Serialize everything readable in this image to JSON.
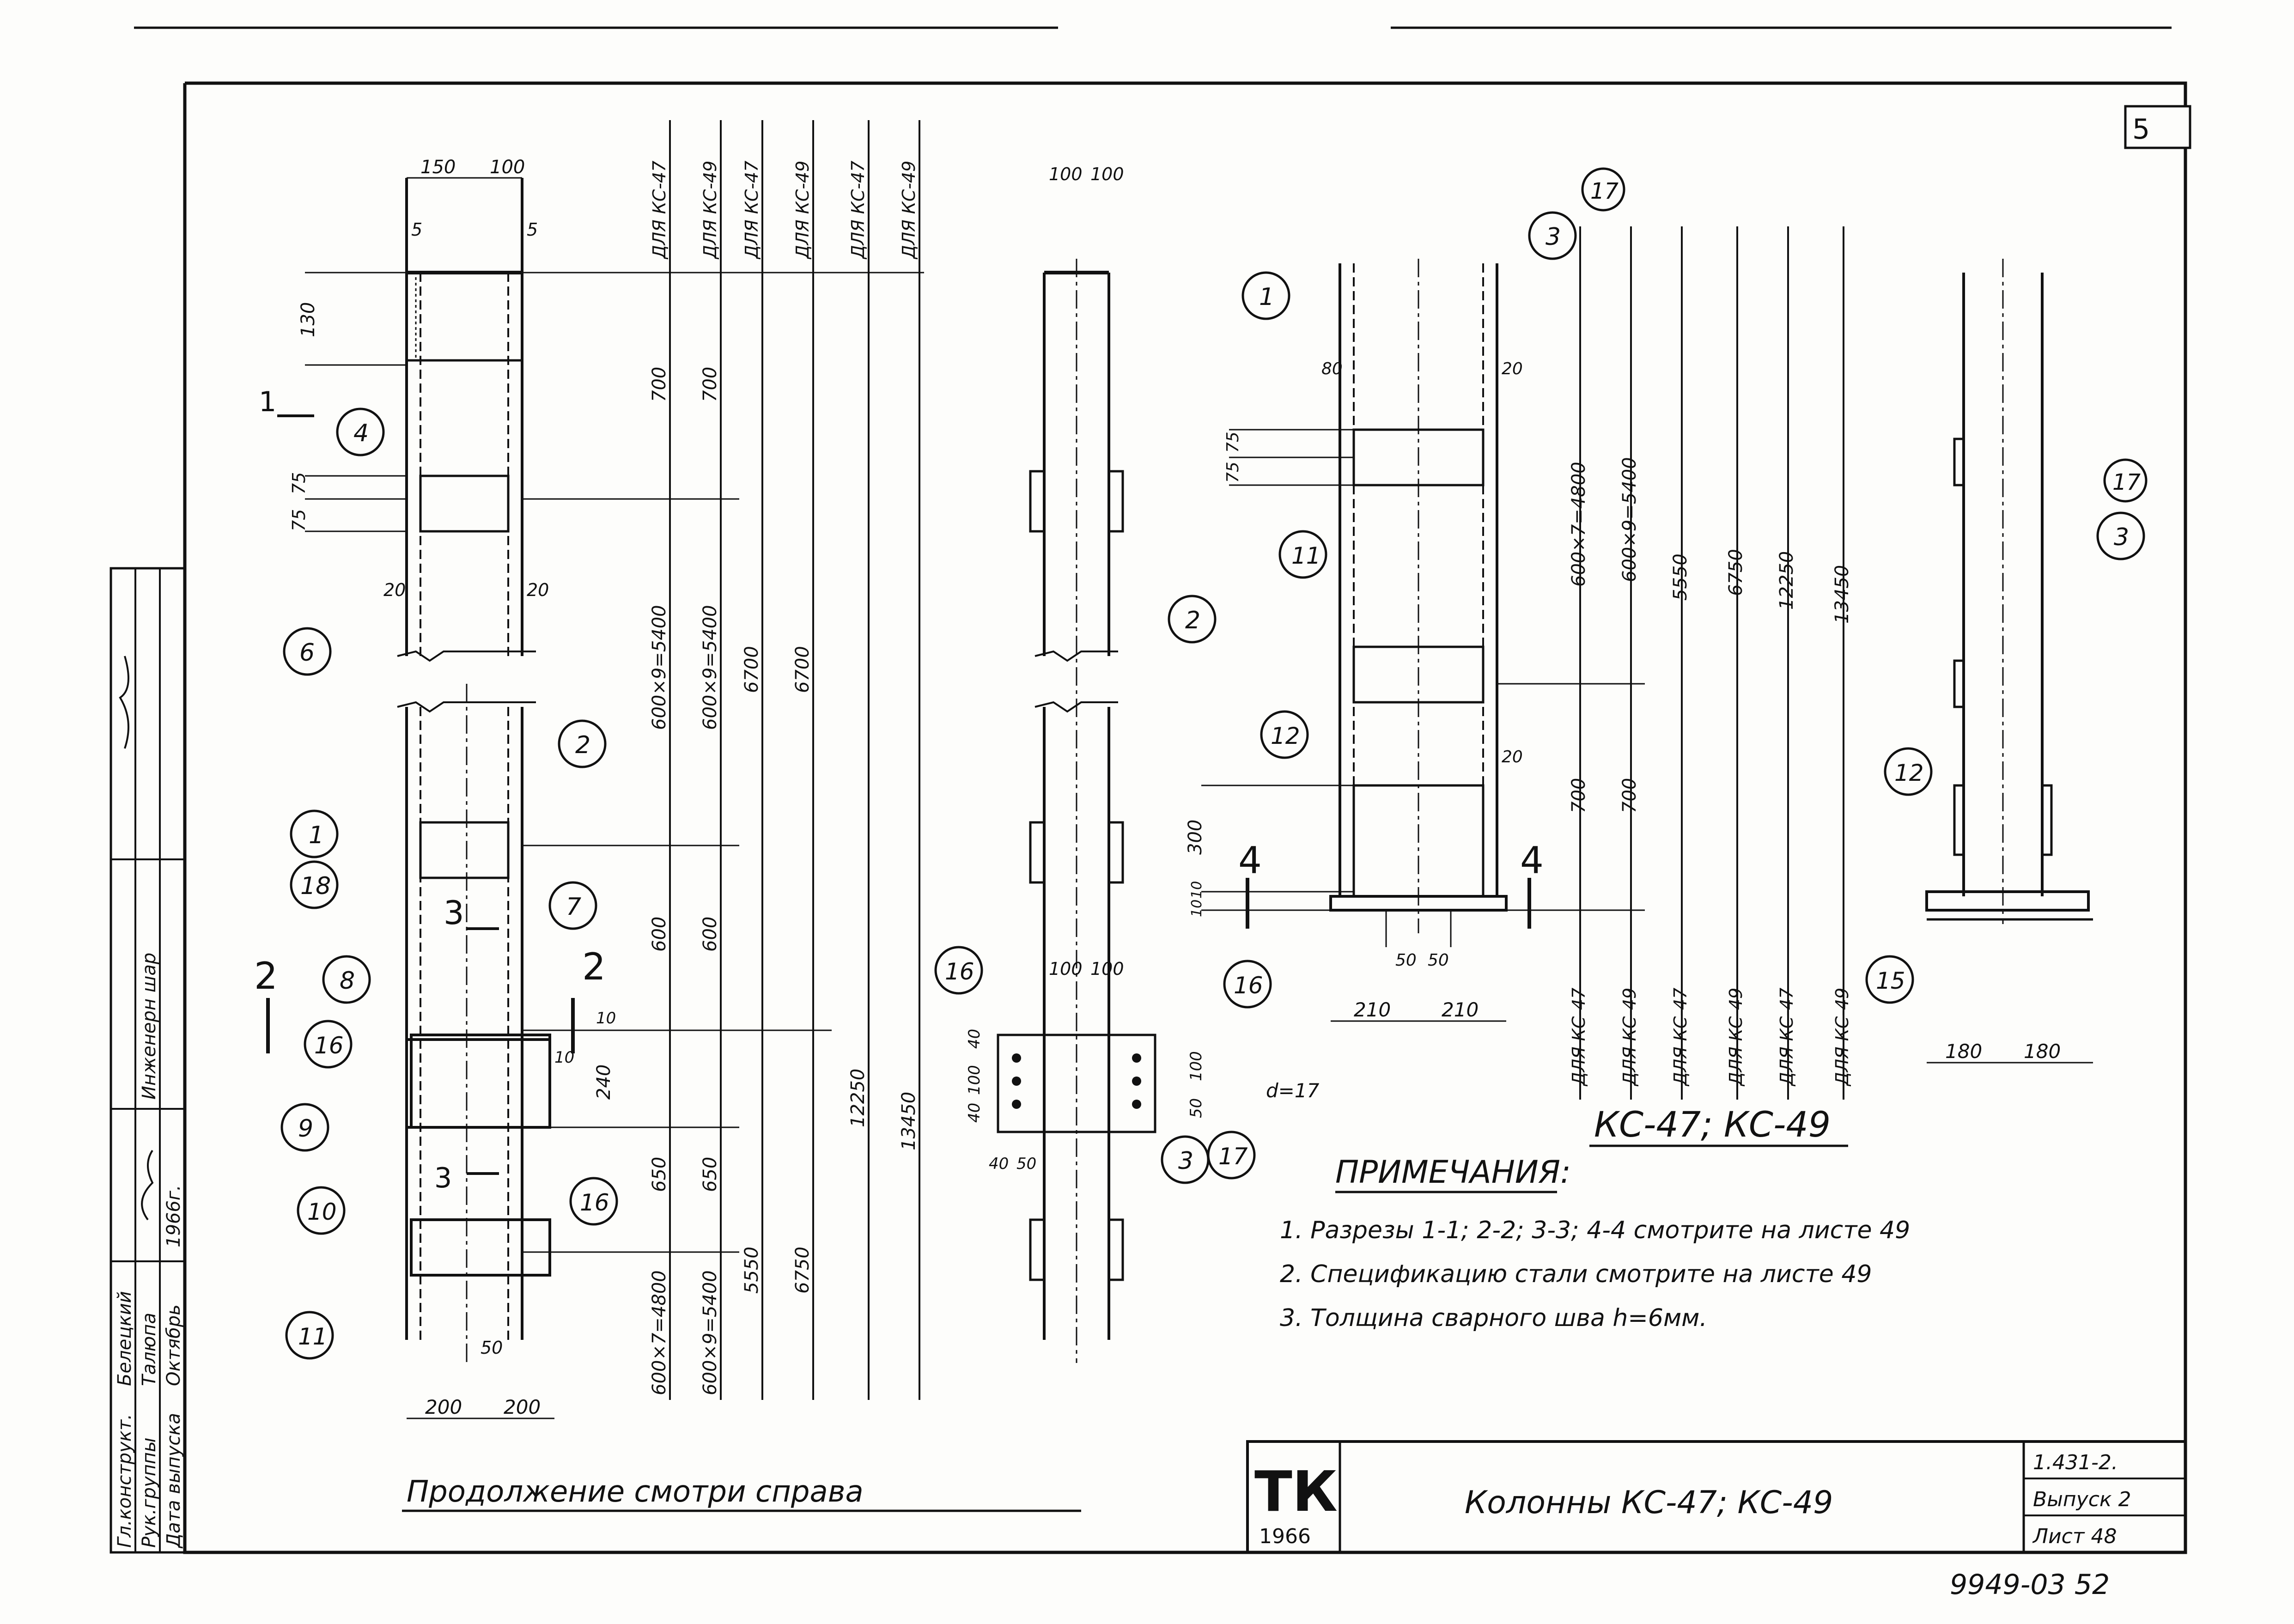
{
  "sheet_number_top": "5",
  "dims": {
    "d150": "150",
    "d100": "100",
    "d5a": "5",
    "d5b": "5",
    "d130": "130",
    "d75a": "75",
    "d75b": "75",
    "d20a": "20",
    "d20b": "20",
    "d700a": "700",
    "d700b": "700",
    "v5400a": "600×9=5400",
    "v5400b": "600×9=5400",
    "v6700": "6700",
    "v6700b": "6700",
    "v600a": "600",
    "v600b": "600",
    "v650a": "650",
    "v650b": "650",
    "v12250": "12250",
    "v13450": "13450",
    "v5550": "5550",
    "v6750": "6750",
    "v4800": "600×7=4800",
    "v5400c": "600×9=5400",
    "d10a": "10",
    "d10b": "10",
    "d240": "240",
    "d50": "50",
    "d200a": "200",
    "d200b": "200",
    "m100a": "100",
    "m100b": "100",
    "m100c": "100",
    "m100d": "100",
    "m40a": "40",
    "m100e": "100",
    "m40b": "40",
    "m40c": "40",
    "m50a": "50",
    "m100f": "100",
    "m50b": "50",
    "dhole": "d=17",
    "r80": "80",
    "r20a": "20",
    "r75a": "75",
    "r75b": "75",
    "r20b": "20",
    "r300": "300",
    "r10a": "10",
    "r10b": "10",
    "r4800": "600×7=4800",
    "r5400": "600×9=5400",
    "r5550": "5550",
    "r6750": "6750",
    "r12250": "12250",
    "r13450": "13450",
    "r700a": "700",
    "r700b": "700",
    "r50a": "50",
    "r50b": "50",
    "r210a": "210",
    "r210b": "210",
    "r180a": "180",
    "r180b": "180"
  },
  "headers_left": [
    "ДЛЯ КС-47",
    "ДЛЯ КС-49",
    "ДЛЯ КС-47",
    "ДЛЯ КС-49",
    "ДЛЯ КС-47",
    "ДЛЯ КС-49"
  ],
  "headers_right": [
    "ДЛЯ КС-47",
    "ДЛЯ КС-49",
    "ДЛЯ КС-47",
    "ДЛЯ КС-49",
    "ДЛЯ КС-47",
    "ДЛЯ КС-49"
  ],
  "sections": {
    "s1": "1",
    "s2a": "2",
    "s2b": "2",
    "s3a": "3",
    "s3b": "3",
    "s4a": "4",
    "s4b": "4"
  },
  "markers": [
    "1",
    "2",
    "3",
    "4",
    "6",
    "7",
    "8",
    "9",
    "10",
    "11",
    "12",
    "15",
    "16",
    "17",
    "18"
  ],
  "view_title": "КС-47; КС-49",
  "continuation": "Продолжение смотри справа",
  "notes": {
    "title": "ПРИМЕЧАНИЯ:",
    "items": [
      "1. Разрезы 1-1; 2-2; 3-3; 4-4 смотрите на листе 49",
      "2. Спецификацию стали смотрите на листе 49",
      "3. Толщина сварного шва h=6мм."
    ]
  },
  "left_stamp": {
    "rows": [
      "Гл.конструкт.",
      "Рук.группы",
      "Дата выпуска"
    ],
    "names": [
      "Белецкий",
      "Талюпа",
      "Октябрь"
    ],
    "year": "1966г.",
    "dept": "Инженерн шар"
  },
  "title_block": {
    "logo": "ТК",
    "logo_year": "1966",
    "title": "Колонны КС-47; КС-49",
    "series": "1.431-2.",
    "issue": "Выпуск 2",
    "sheet": "Лист 48"
  },
  "doc_number": "9949-03 52"
}
